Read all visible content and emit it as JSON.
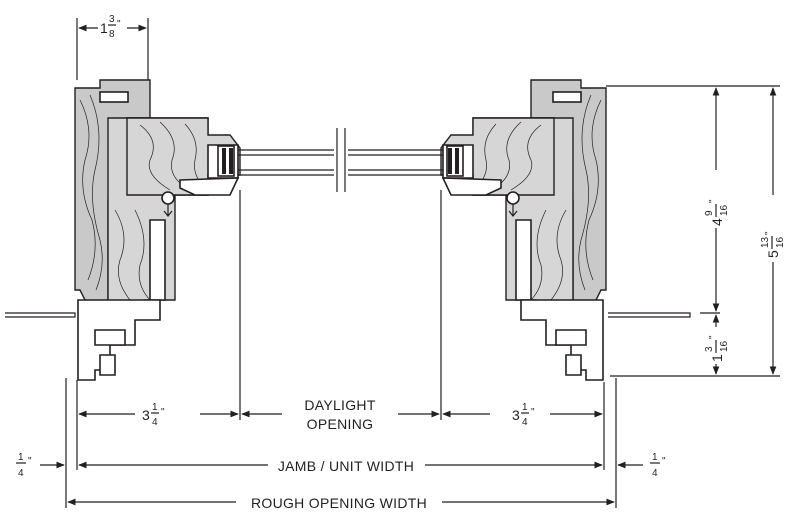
{
  "dimensions": {
    "jamb_depth_top": {
      "whole": "1",
      "num": "3",
      "den": "8",
      "unit": "\""
    },
    "total_height": {
      "whole": "5",
      "num": "13",
      "den": "16",
      "unit": "\""
    },
    "frame_height": {
      "whole": "4",
      "num": "9",
      "den": "16",
      "unit": "\""
    },
    "lower_height": {
      "whole": "1",
      "num": "3",
      "den": "16",
      "unit": "\""
    },
    "left_sash": {
      "whole": "3",
      "num": "1",
      "den": "4",
      "unit": "\""
    },
    "right_sash": {
      "whole": "3",
      "num": "1",
      "den": "4",
      "unit": "\""
    },
    "left_shim": {
      "num": "1",
      "den": "4",
      "unit": "\""
    },
    "right_shim": {
      "num": "1",
      "den": "4",
      "unit": "\""
    }
  },
  "labels": {
    "daylight_line1": "DAYLIGHT",
    "daylight_line2": "OPENING",
    "jamb_unit_width": "JAMB / UNIT WIDTH",
    "rough_opening_width": "ROUGH OPENING WIDTH"
  },
  "colors": {
    "line": "#231f20",
    "wood_fill": "#c9c9c9",
    "background": "#ffffff"
  }
}
